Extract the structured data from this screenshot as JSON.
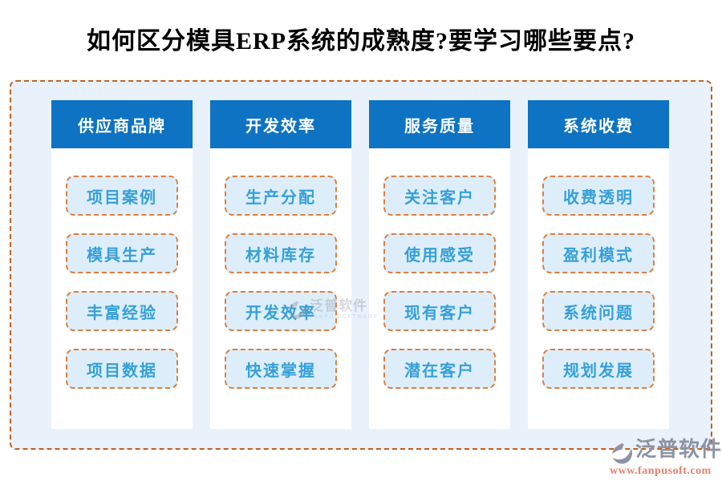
{
  "title": "如何区分模具ERP系统的成熟度?要学习哪些要点?",
  "colors": {
    "header_bg": "#0d73c2",
    "header_text": "#ffffff",
    "panel_bg": "#e9f1fb",
    "panel_border": "#bf6120",
    "column_bg": "#ffffff",
    "item_bg": "#ddeefa",
    "item_border": "#de7f3e",
    "item_text": "#36a0d8",
    "title_text": "#000000",
    "watermark_gray": "#8d93a3",
    "watermark_salmon": "#e5826e"
  },
  "columns": [
    {
      "header": "供应商品牌",
      "items": [
        "项目案例",
        "模具生产",
        "丰富经验",
        "项目数据"
      ]
    },
    {
      "header": "开发效率",
      "items": [
        "生产分配",
        "材料库存",
        "开发效率",
        "快速掌握"
      ]
    },
    {
      "header": "服务质量",
      "items": [
        "关注客户",
        "使用感受",
        "现有客户",
        "潜在客户"
      ]
    },
    {
      "header": "系统收费",
      "items": [
        "收费透明",
        "盈利模式",
        "系统问题",
        "规划发展"
      ]
    }
  ],
  "center_watermark": {
    "brand": "泛普软件",
    "subtitle": "FANPU SOFTWARE"
  },
  "bottom_watermark": {
    "brand": "泛普软件",
    "url": "www.fanpusoft.com"
  }
}
